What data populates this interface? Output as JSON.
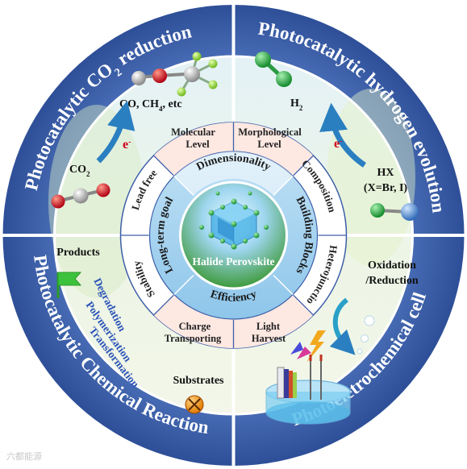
{
  "center": {
    "title": "Halide Perovskite"
  },
  "inner_ring": {
    "top": "Dimensionality",
    "right": "Building Blocks",
    "bottom": "Efficiency",
    "left": "Long-term goal"
  },
  "middle_ring": {
    "top_left": [
      "Molecular",
      "Level"
    ],
    "top_right": [
      "Morphological",
      "Level"
    ],
    "right_upper": "Composition",
    "right_lower": "Heterojunction",
    "bottom_right": [
      "Light",
      "Harvest"
    ],
    "bottom_left": [
      "Charge",
      "Transporting"
    ],
    "left_lower": "Stability",
    "left_upper": "Lead free"
  },
  "outer_ring": {
    "top_left": {
      "prefix": "Photocatalytic CO",
      "subscript": "2",
      "suffix": " reduction"
    },
    "top_right": "Photocatalytic hydrogen evolution",
    "bottom_left": "Photocatalytic Chemical Reaction",
    "bottom_right": "Photoeletrochemical cell"
  },
  "quadrants": {
    "co2": {
      "products": {
        "text": "CO, CH",
        "sub": "4",
        "suffix": ", etc"
      },
      "electron": {
        "base": "e",
        "sup": "-"
      },
      "reactant": {
        "text": "CO",
        "sub": "2"
      }
    },
    "hydrogen": {
      "product": {
        "text": "H",
        "sub": "2"
      },
      "electron": {
        "base": "e",
        "sup": "-"
      },
      "reactant_line1": "HX",
      "reactant_line2": "(X=Br, I)"
    },
    "chemical": {
      "products": "Products",
      "processes": [
        "Degradation",
        "Polymerization",
        "Transformation"
      ],
      "substrates": "Substrates"
    },
    "pec": {
      "label_line1": "Oxidation",
      "label_line2": "/Reduction"
    }
  },
  "watermark": "六都能源",
  "colors": {
    "outer_ring": "#3d5fa8",
    "divider": "#ffffff",
    "inner_ring": "#ffffff",
    "accent_blue": "#2c54b8",
    "arrow_blue": "#2a7fc0",
    "electron_red": "#d0021b",
    "center_green": "#36b24a"
  },
  "icons": [
    "molecule-icon",
    "arrow-curve-icon",
    "flag-icon",
    "cross-circle-icon",
    "electrochemical-cell-icon",
    "lightning-icon",
    "perovskite-crystal-icon"
  ]
}
